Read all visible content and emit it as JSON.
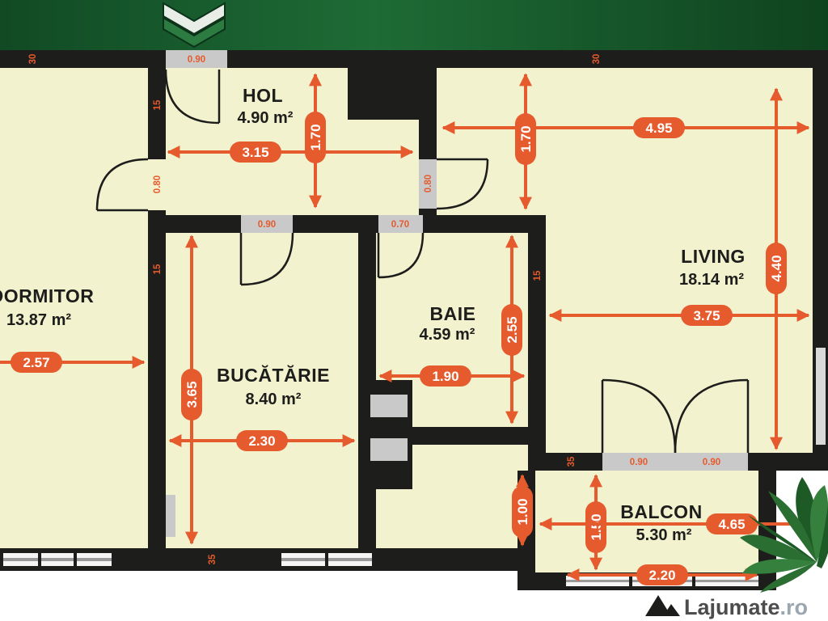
{
  "colors": {
    "accent_orange": "#e55b2d",
    "wall_black": "#1d1d1b",
    "floor_cream": "#f2f2cf",
    "header_green_dark": "#114a24",
    "header_green_light": "#1e6b35"
  },
  "rooms": {
    "hol": {
      "name": "HOL",
      "area": "4.90 m²"
    },
    "dormitor": {
      "name": "DORMITOR",
      "area": "13.87 m²"
    },
    "bucatarie": {
      "name": "BUCĂTĂRIE",
      "area": "8.40 m²"
    },
    "baie": {
      "name": "BAIE",
      "area": "4.59 m²"
    },
    "living": {
      "name": "LIVING",
      "area": "18.14 m²"
    },
    "balcon": {
      "name": "BALCON",
      "area": "5.30 m²"
    }
  },
  "dimensions": {
    "hol_width": "3.15",
    "hol_height": "1.70",
    "living_top": "4.95",
    "living_entry_height": "1.70",
    "dormitor_width": "2.57",
    "bucatarie_height": "3.65",
    "bucatarie_width": "2.30",
    "baie_width": "1.90",
    "baie_height": "2.55",
    "living_width": "3.75",
    "living_height": "4.40",
    "balcon_depth_left": "1.00",
    "balcon_depth": "1.50",
    "balcon_width": "4.65",
    "balcon_bottom_width": "2.20"
  },
  "wall_labels": {
    "entrance_door": "0.90",
    "wall_top_left": "30",
    "wall_top_right": "30",
    "wall_left_upper": "15",
    "dormitor_door": "0.80",
    "wall_left_lower": "15",
    "bucatarie_door": "0.90",
    "baie_door": "0.70",
    "living_door": "0.80",
    "baie_wall": "15",
    "living_bottom_wall": "35",
    "balcon_door_left": "0.90",
    "balcon_door_right": "0.90",
    "wall_bottom": "35"
  },
  "watermark": {
    "brand": "Lajumate",
    "tld": ".ro"
  }
}
